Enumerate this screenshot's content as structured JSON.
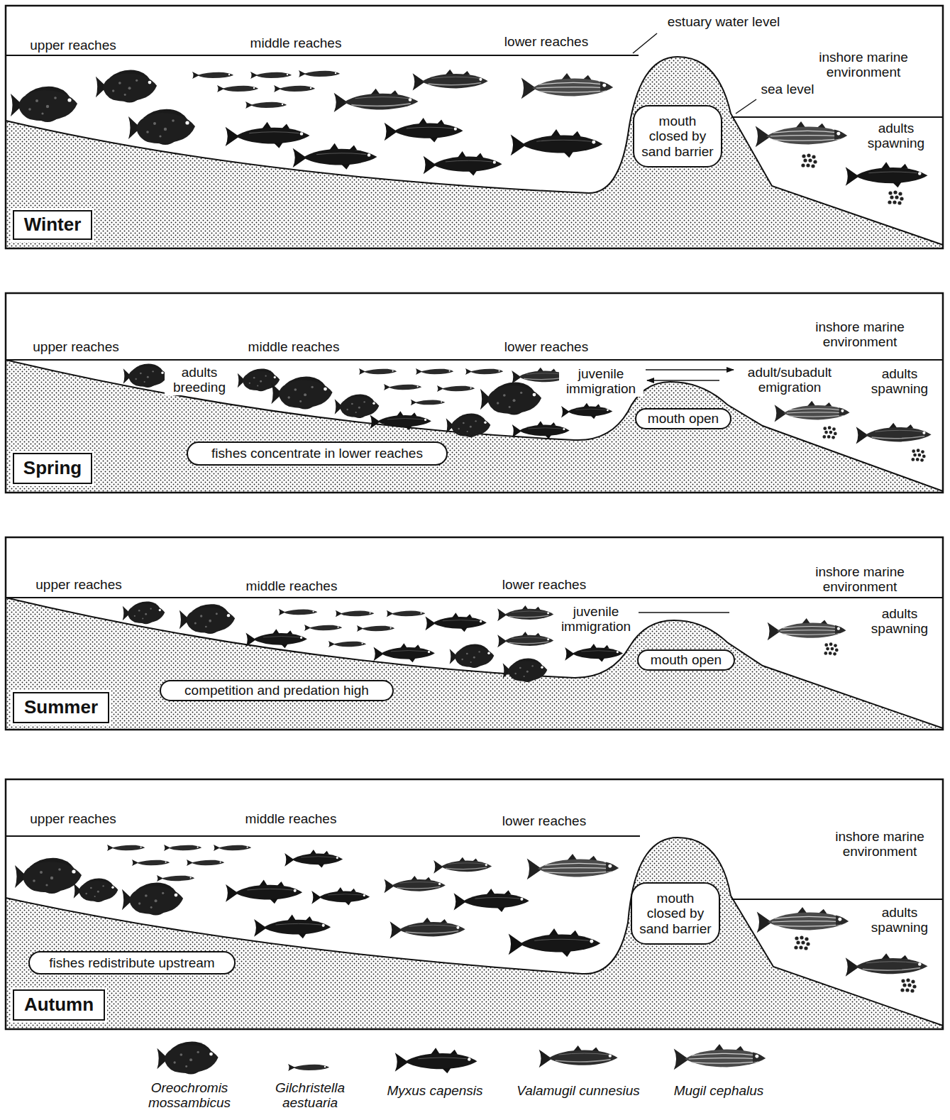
{
  "diagram": {
    "nodes": [
      {
        "text": [
          "mouth closed by sand barrier"
        ]
      },
      {
        "text": [
          "Winter"
        ]
      },
      {
        "text": [
          "fishes concentrate in lower reaches"
        ]
      },
      {
        "text": [
          "mouth open"
        ]
      },
      {
        "text": [
          "Spring"
        ]
      },
      {
        "text": [
          "competition and predation high"
        ]
      },
      {
        "text": [
          "mouth open"
        ]
      },
      {
        "text": [
          "Summer"
        ]
      },
      {
        "text": [
          "mouth closed by sand barrier"
        ]
      },
      {
        "text": [
          "fishes redistribute upstream"
        ]
      },
      {
        "text": [
          "Autumn"
        ]
      }
    ],
    "labels": [
      "upper reaches",
      "middle reaches",
      "lower reaches",
      "estuary water level",
      "inshore marine environment",
      "sea level",
      "adults spawning",
      "upper reaches",
      "middle reaches",
      "lower reaches",
      "inshore marine environment",
      "adults breeding",
      "juvenile immigration",
      "adult/subadult emigration",
      "adults spawning",
      "upper reaches",
      "middle reaches",
      "lower reaches",
      "inshore marine environment",
      "juvenile immigration",
      "adults spawning",
      "upper reaches",
      "middle reaches",
      "lower reaches",
      "inshore marine environment",
      "adults spawning"
    ],
    "legend": [
      {
        "text": "Oreochromis mossambicus"
      },
      {
        "text": "Gilchristella aestuaria"
      },
      {
        "text": "Myxus capensis"
      },
      {
        "text": "Valamugil cunnesius"
      },
      {
        "text": "Mugil cephalus"
      }
    ]
  }
}
